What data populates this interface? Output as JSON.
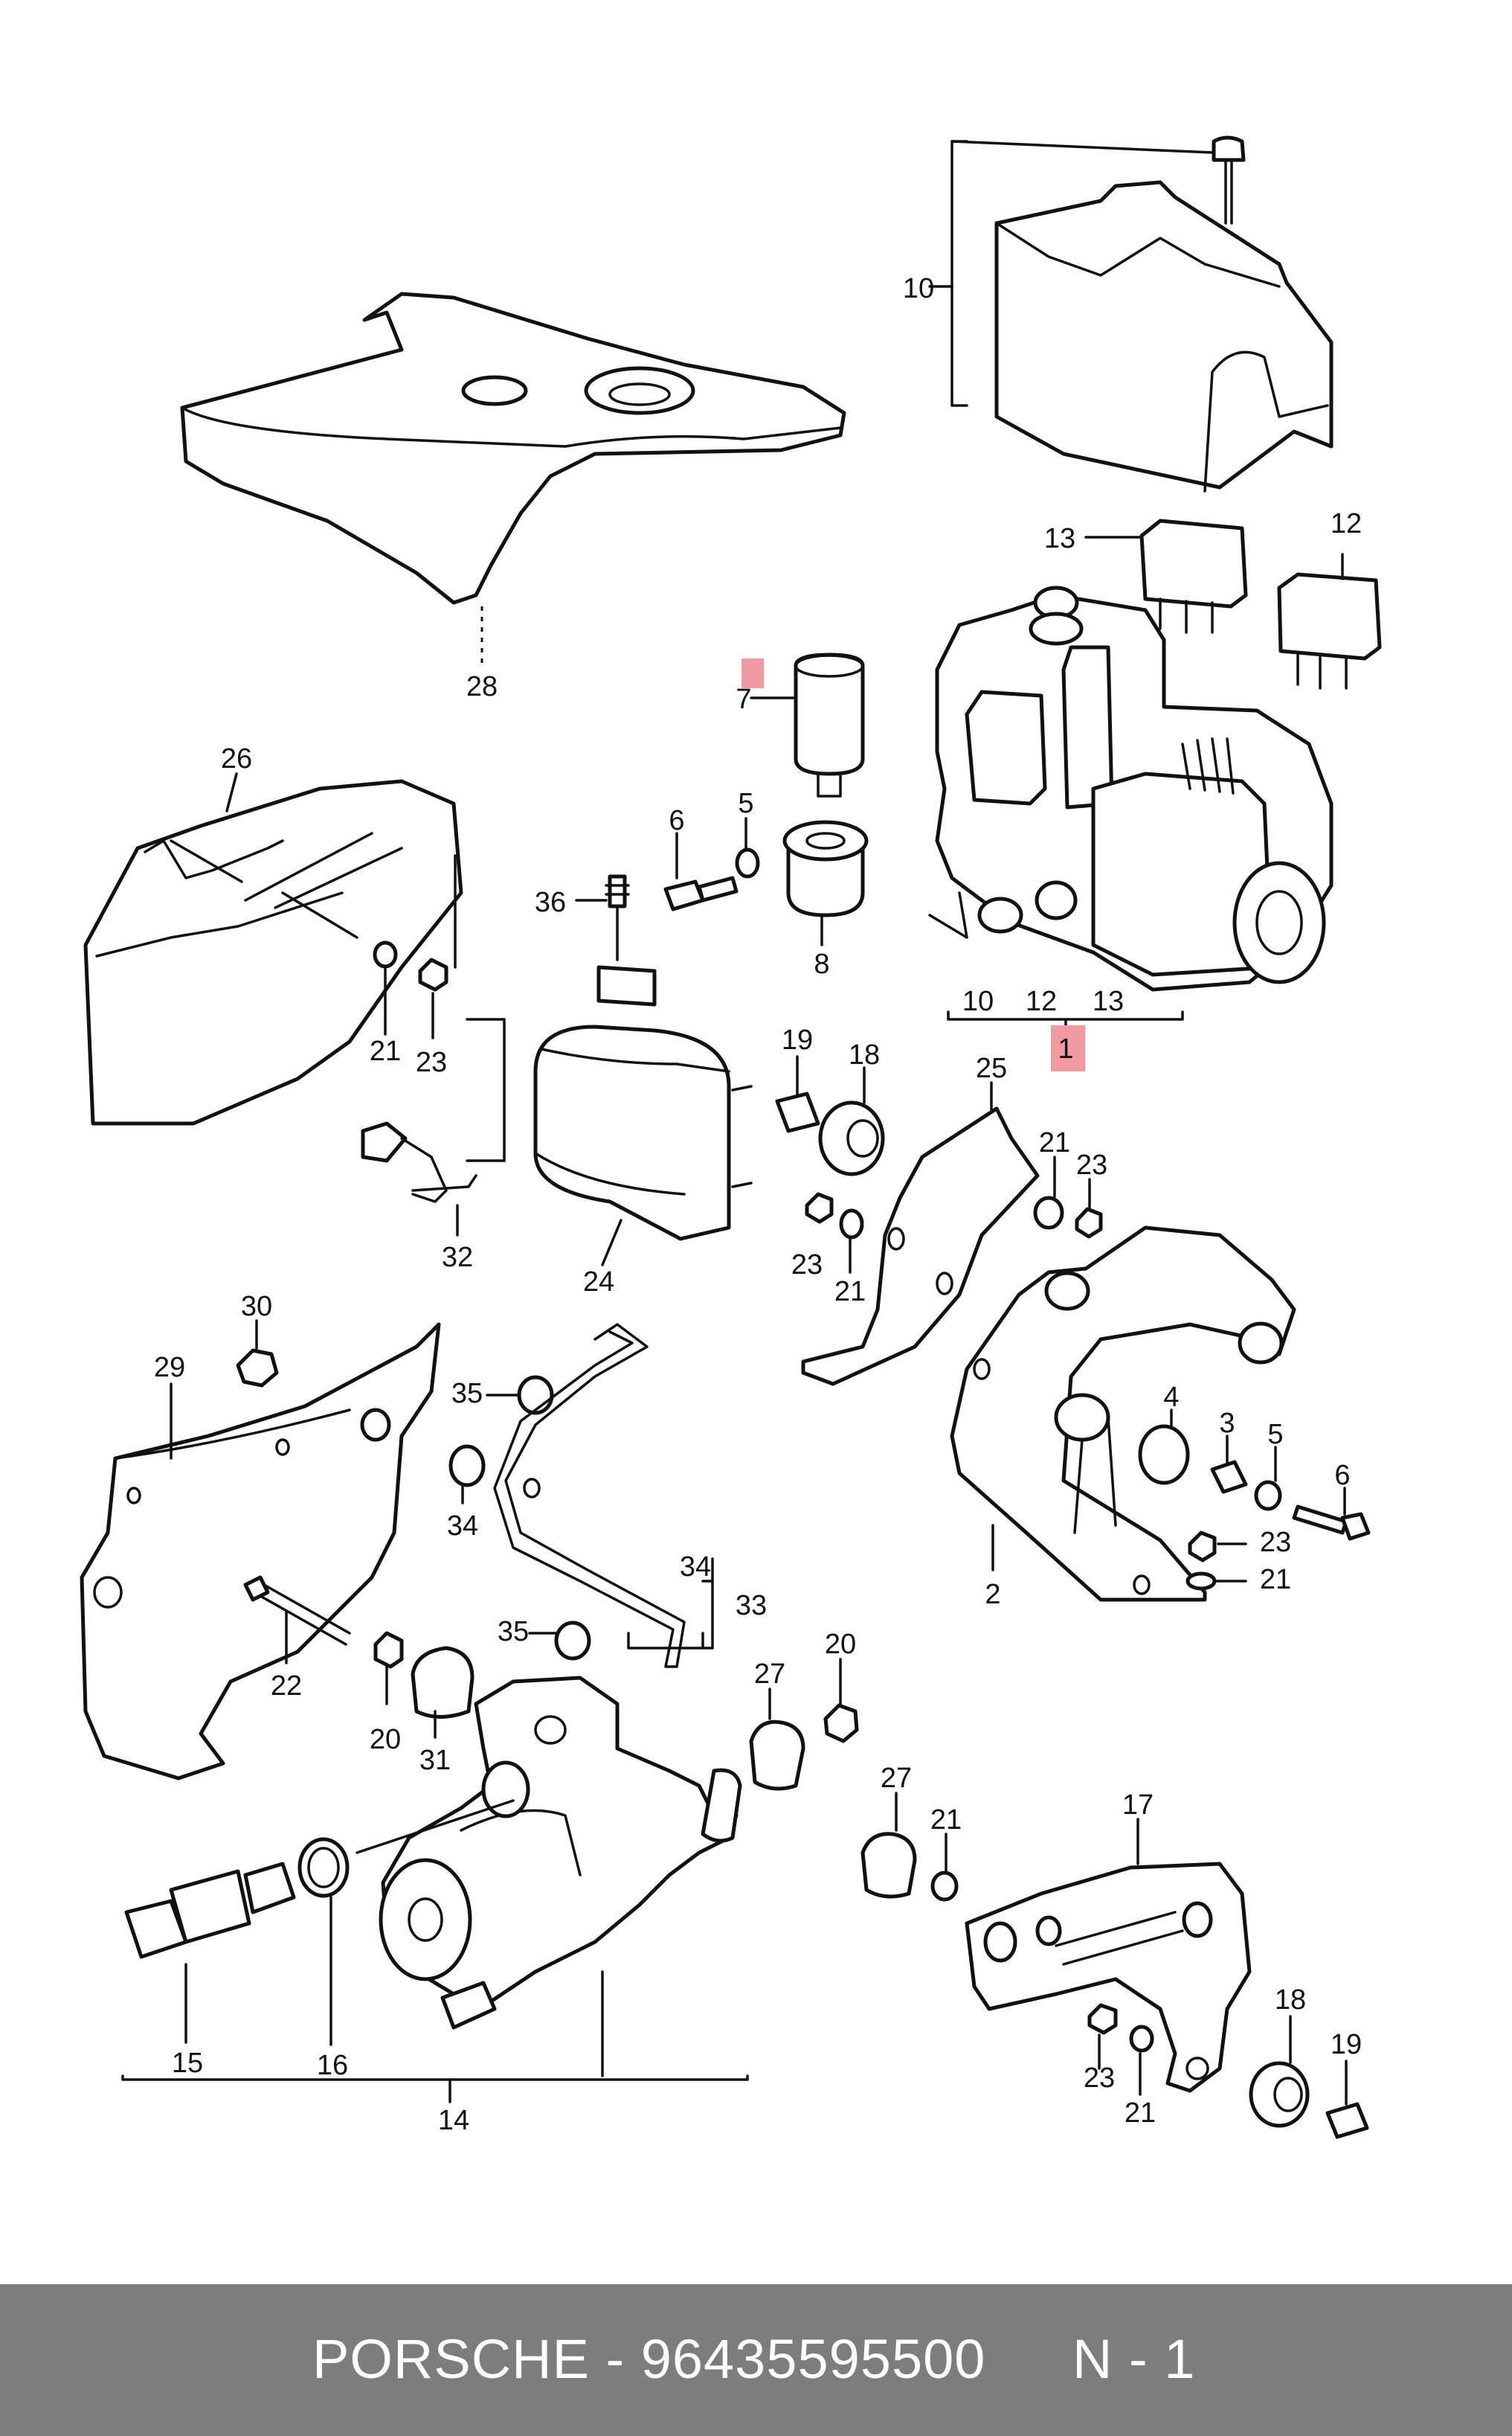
{
  "callouts": {
    "c1": "1",
    "c2": "2",
    "c3": "3",
    "c4": "4",
    "c5a": "5",
    "c5b": "5",
    "c6a": "6",
    "c6b": "6",
    "c7": "7",
    "c8": "8",
    "c10a": "10",
    "c10b": "10",
    "c12a": "12",
    "c12b": "12",
    "c13a": "13",
    "c13b": "13",
    "c14": "14",
    "c15": "15",
    "c16": "16",
    "c17": "17",
    "c18a": "18",
    "c18b": "18",
    "c19a": "19",
    "c19b": "19",
    "c20a": "20",
    "c20b": "20",
    "c21a": "21",
    "c21b": "21",
    "c21c": "21",
    "c21d": "21",
    "c21e": "21",
    "c21f": "21",
    "c22": "22",
    "c23a": "23",
    "c23b": "23",
    "c23c": "23",
    "c23d": "23",
    "c23e": "23",
    "c24": "24",
    "c25": "25",
    "c26": "26",
    "c27a": "27",
    "c27b": "27",
    "c28": "28",
    "c29": "29",
    "c30": "30",
    "c31": "31",
    "c32": "32",
    "c33": "33",
    "c34a": "34",
    "c34b": "34",
    "c35a": "35",
    "c35b": "35",
    "c36": "36"
  },
  "highlight_color": "#f19aa1",
  "footer": {
    "brand_part": "PORSCHE - 96435595500",
    "page": "N - 1",
    "background": "#7d7d7d"
  }
}
